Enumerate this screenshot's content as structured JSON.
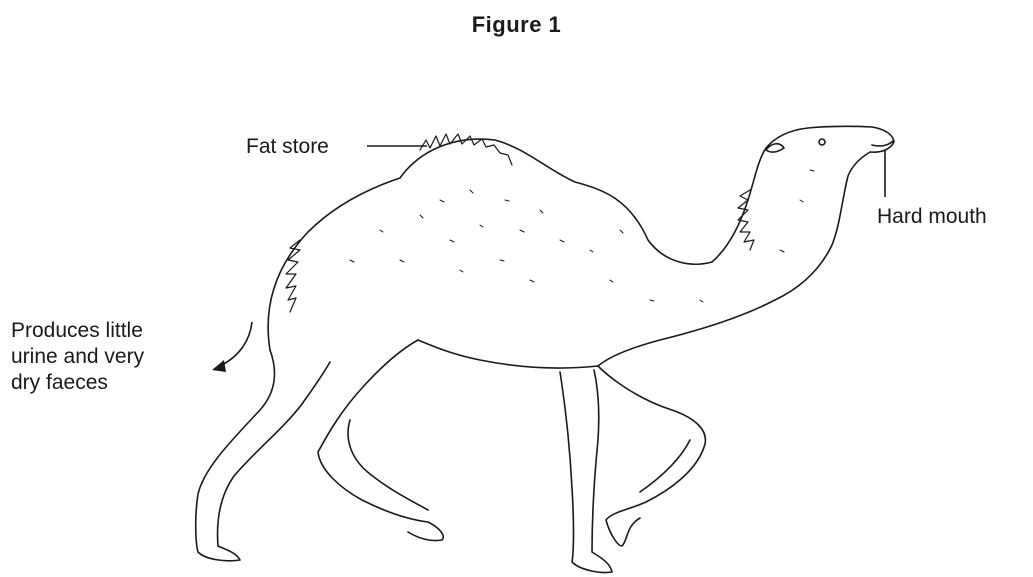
{
  "figure": {
    "title": "Figure 1",
    "subject-icon": "camel-illustration",
    "labels": {
      "fat_store": "Fat store",
      "hard_mouth": "Hard mouth",
      "urine_line1": "Produces little",
      "urine_line2": "urine and very",
      "urine_line3": "dry faeces"
    }
  }
}
